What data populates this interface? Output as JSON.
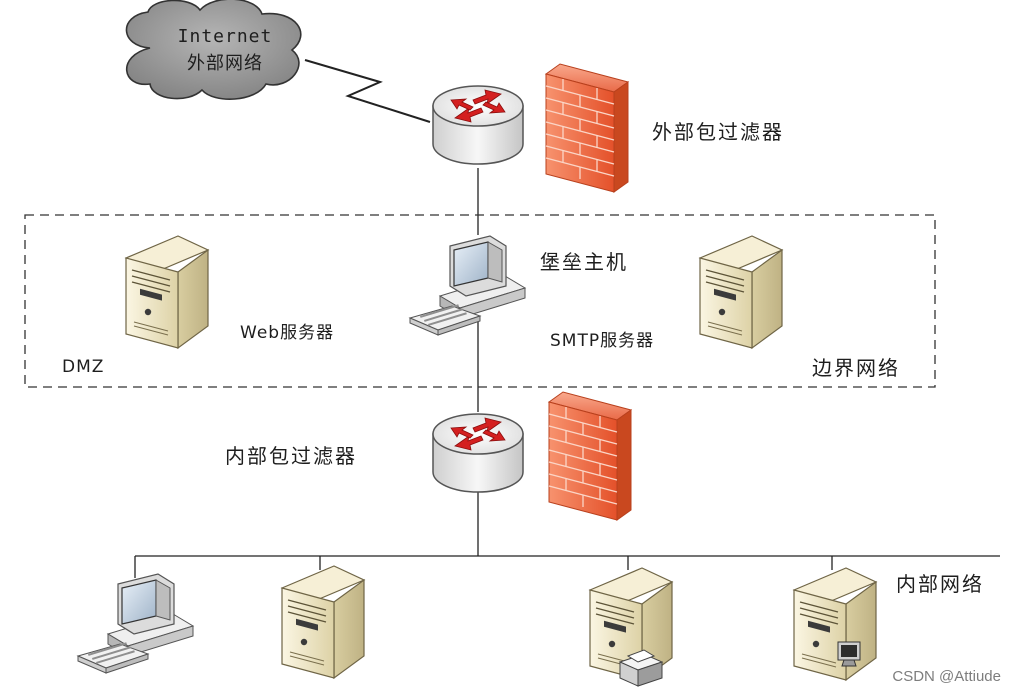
{
  "cloud": {
    "line1": "Internet",
    "line2": "外部网络"
  },
  "labels": {
    "external_filter": "外部包过滤器",
    "bastion_host": "堡垒主机",
    "web_server": "Web服务器",
    "smtp_server": "SMTP服务器",
    "dmz": "DMZ",
    "perimeter_network": "边界网络",
    "internal_filter": "内部包过滤器",
    "internal_network": "内部网络"
  },
  "watermark": "CSDN @Attiude",
  "colors": {
    "firewall": "#f26a45",
    "server_body": "#efe6c6",
    "router_body": "#e8e8e8",
    "arrow": "#d42020",
    "cloud": "#8c8c8c"
  }
}
